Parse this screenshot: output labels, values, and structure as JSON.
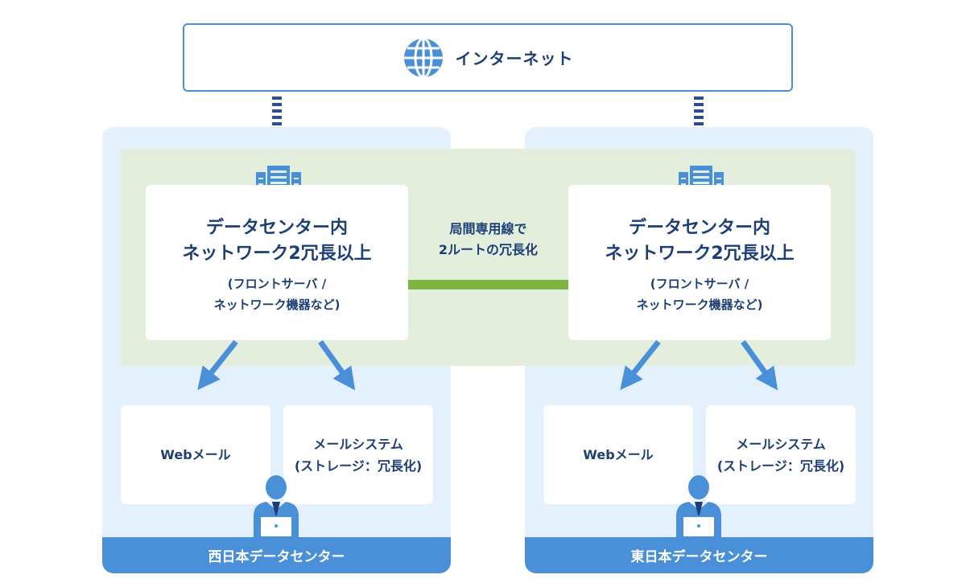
{
  "internet": {
    "label": "インターネット",
    "icon": "globe-icon"
  },
  "colors": {
    "accent": "#4a90d9",
    "navy": "#1e3f73",
    "green": "#7cb342",
    "panel": "#e4f0fb",
    "band": "#e3eedc"
  },
  "link": {
    "line1": "局間専用線で",
    "line2": "2ルートの冗長化"
  },
  "west": {
    "title1": "データセンター内",
    "title2": "ネットワーク2冗長以上",
    "sub1": "(フロントサーバ /",
    "sub2": "ネットワーク機器など)",
    "webmail": "Webメール",
    "mail1": "メールシステム",
    "mail2": "(ストレージ：冗長化)",
    "footer": "西日本データセンター"
  },
  "east": {
    "title1": "データセンター内",
    "title2": "ネットワーク2冗長以上",
    "sub1": "(フロントサーバ /",
    "sub2": "ネットワーク機器など)",
    "webmail": "Webメール",
    "mail1": "メールシステム",
    "mail2": "(ストレージ：冗長化)",
    "footer": "東日本データセンター"
  }
}
